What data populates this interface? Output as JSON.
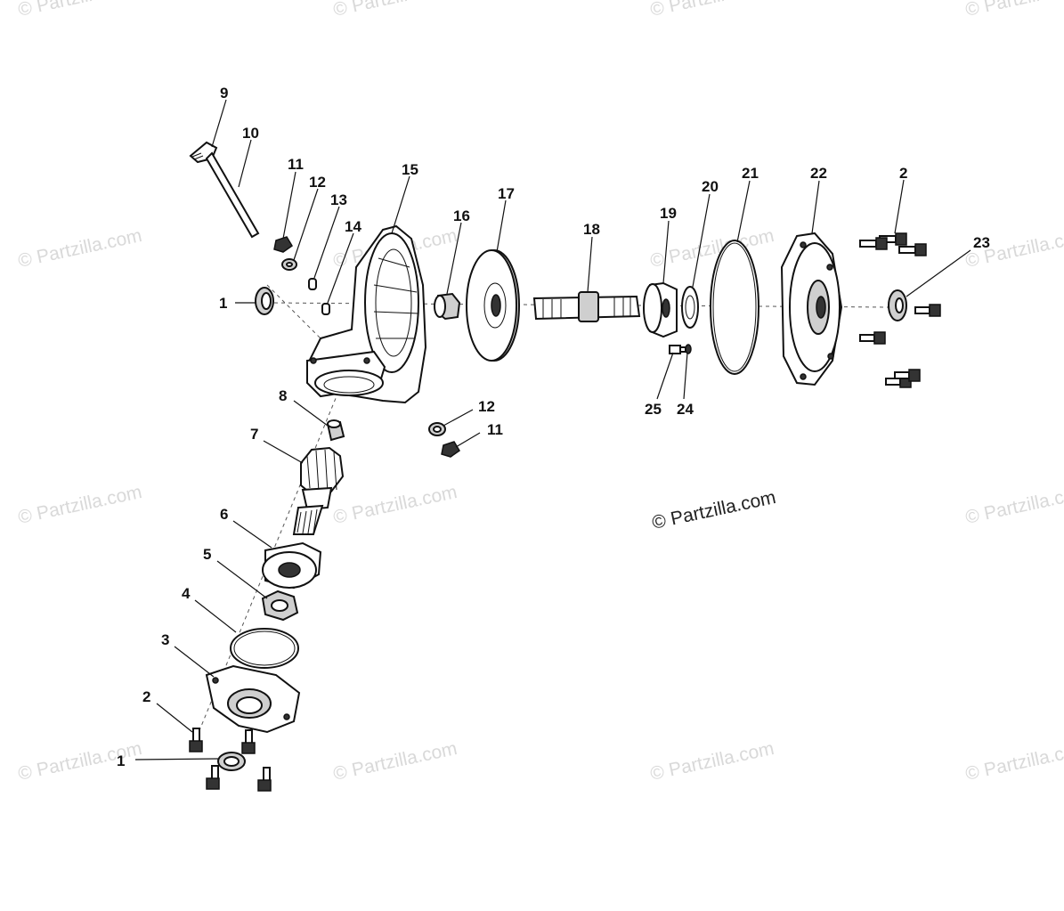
{
  "watermark": "© Partzilla.com",
  "watermarks_faint": [
    "© Partzilla.com",
    "© Partzilla.com",
    "© Partzilla.com",
    "© Partzilla.com",
    "© Partzilla.com",
    "© Partzilla.com",
    "© Partzilla.com",
    "© Partzilla.com",
    "© Partzilla.com",
    "© Partzilla.com",
    "© Partzilla.com",
    "© Partzilla.com",
    "© Partzilla.com",
    "© Partzilla.com",
    "© Partzilla.com",
    "© Partzilla.com"
  ],
  "callouts": [
    "9",
    "10",
    "11",
    "12",
    "13",
    "14",
    "15",
    "16",
    "17",
    "18",
    "19",
    "20",
    "21",
    "22",
    "2",
    "23",
    "1",
    "8",
    "12",
    "11",
    "25",
    "24",
    "7",
    "6",
    "5",
    "4",
    "3",
    "2",
    "1"
  ]
}
